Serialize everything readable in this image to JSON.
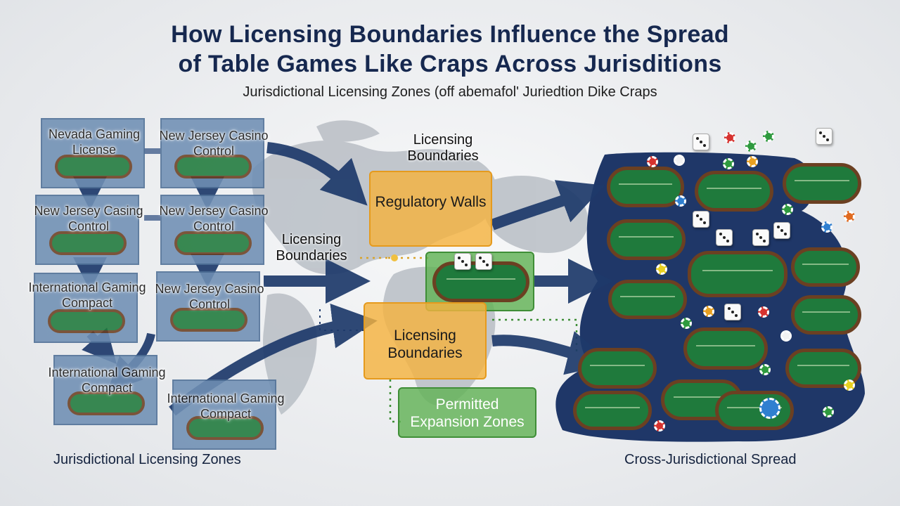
{
  "header": {
    "title_line1": "How Licensing Boundaries Influence the Spread",
    "title_line2": "of Table Games Like Craps Across Jurisditions",
    "subtitle": "Jurisdictional Licensing Zones (off abemafol' Juriedtion Dike Craps"
  },
  "zones": [
    {
      "label": "Nevada Gaming License"
    },
    {
      "label": "New Jersey Casino Control"
    },
    {
      "label": "New Jersey Casing Control"
    },
    {
      "label": "New Jersey Casino Control"
    },
    {
      "label": "International Gaming Compact"
    },
    {
      "label": "New Jersey Casino Control"
    },
    {
      "label": "International Gaming Compact"
    },
    {
      "label": "International Gaming Compact"
    }
  ],
  "center": {
    "top_label": "Licensing Boundaries",
    "regulatory": "Regulatory Walls",
    "left_label": "Licensing Boundaries",
    "lower_box": "Licensing Boundaries",
    "permitted": "Permitted Expansion Zones"
  },
  "footer": {
    "left": "Jurisdictional Licensing Zones",
    "right": "Cross-Jurisdictional Spread"
  },
  "colors": {
    "navy": "#16284f",
    "zone_blue": "#6f8fb4",
    "arrow_navy": "#1e3a6b",
    "orange": "#f4b240",
    "green": "#62b256",
    "felt": "#1f7a3c",
    "rim": "#6b4022"
  },
  "icons": [
    "dice-icon",
    "chip-icon",
    "craps-table-icon",
    "world-map-icon"
  ]
}
